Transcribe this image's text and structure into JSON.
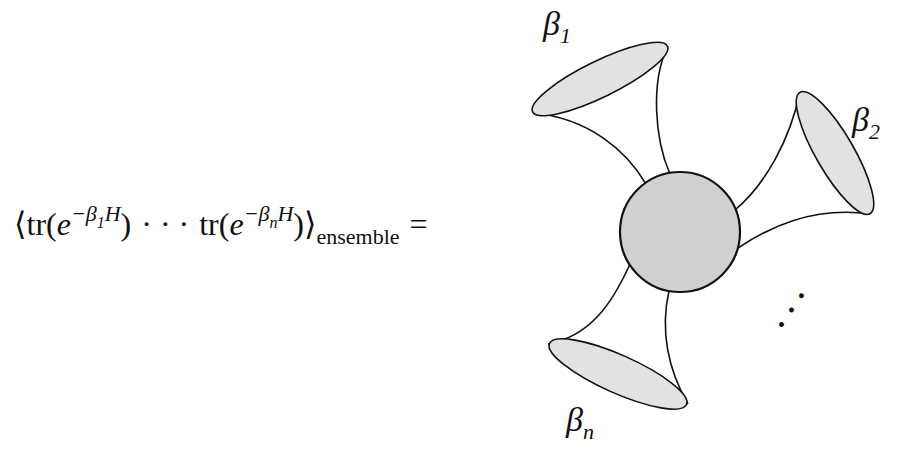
{
  "diagram": {
    "labels": [
      "⟨tr(",
      "e",
      "−β",
      "1",
      "H",
      ")",
      "· · ·",
      "tr(",
      "e",
      "−β",
      "n",
      "H",
      ")⟩",
      "ensemble",
      "=",
      "β",
      "1",
      "β",
      "2",
      "β",
      "n",
      "· · ·"
    ]
  }
}
